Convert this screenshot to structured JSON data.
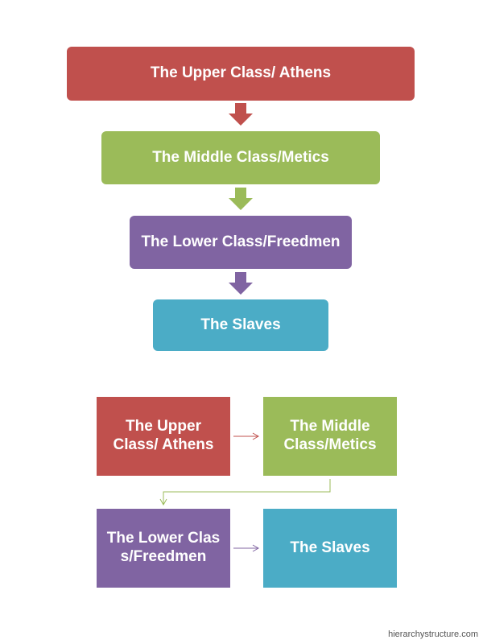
{
  "vertical_chart": {
    "levels": [
      {
        "label": "The Upper Class/ Athens",
        "color": "#c0504d"
      },
      {
        "label": "The Middle Class/Metics",
        "color": "#9bbb59"
      },
      {
        "label": "The Lower Class/Freedmen",
        "color": "#8064a2"
      },
      {
        "label": "The Slaves",
        "color": "#4bacc6"
      }
    ]
  },
  "grid_chart": {
    "boxes": [
      {
        "label": "The Upper Class/ Athens",
        "color": "#c0504d"
      },
      {
        "label": "The Middle Class/Metics",
        "color": "#9bbb59"
      },
      {
        "label": "The Lower Class/Freedmen",
        "color": "#8064a2"
      },
      {
        "label": "The Slaves",
        "color": "#4bacc6"
      }
    ]
  },
  "footer": {
    "watermark": "hierarchystructure.com"
  }
}
